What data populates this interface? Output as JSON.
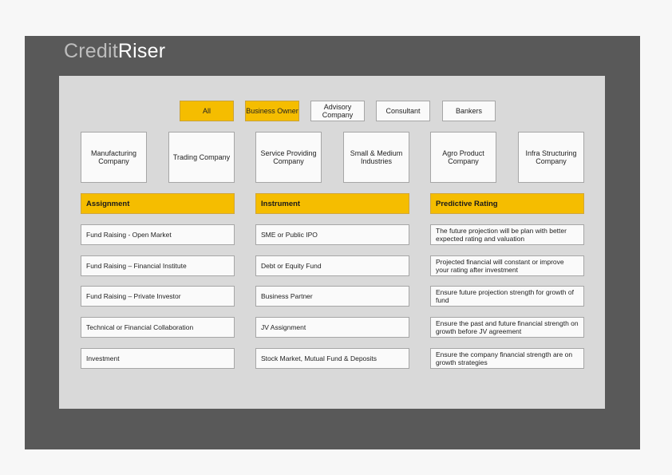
{
  "brand": {
    "part1": "Credit",
    "part2": "Riser"
  },
  "filters": [
    {
      "label": "All",
      "active": true
    },
    {
      "label": "Business Owner",
      "active": true
    },
    {
      "label": "Advisory Company",
      "active": false
    },
    {
      "label": "Consultant",
      "active": false
    },
    {
      "label": "Bankers",
      "active": false
    }
  ],
  "categories": [
    "Manufacturing Company",
    "Trading Company",
    "Service Providing Company",
    "Small & Medium Industries",
    "Agro Product Company",
    "Infra Structuring Company"
  ],
  "columns": {
    "assignment": {
      "heading": "Assignment",
      "items": [
        "Fund Raising - Open Market",
        "Fund Raising – Financial Institute",
        "Fund Raising – Private Investor",
        "Technical or Financial Collaboration",
        "Investment"
      ]
    },
    "instrument": {
      "heading": "Instrument",
      "items": [
        "SME or Public IPO",
        "Debt or Equity Fund",
        "Business Partner",
        "JV Assignment",
        "Stock Market, Mutual Fund & Deposits"
      ]
    },
    "predictive": {
      "heading": "Predictive Rating",
      "items": [
        "The future projection will be plan with better expected rating and valuation",
        "Projected financial will constant or improve your rating after investment",
        "Ensure future projection strength for growth of fund",
        "Ensure the past and future financial strength on growth before JV agreement",
        "Ensure the company financial strength are on growth strategies"
      ]
    }
  },
  "colors": {
    "accent": "#f5bd00",
    "frame": "#595959",
    "panel": "#d9d9d9"
  }
}
